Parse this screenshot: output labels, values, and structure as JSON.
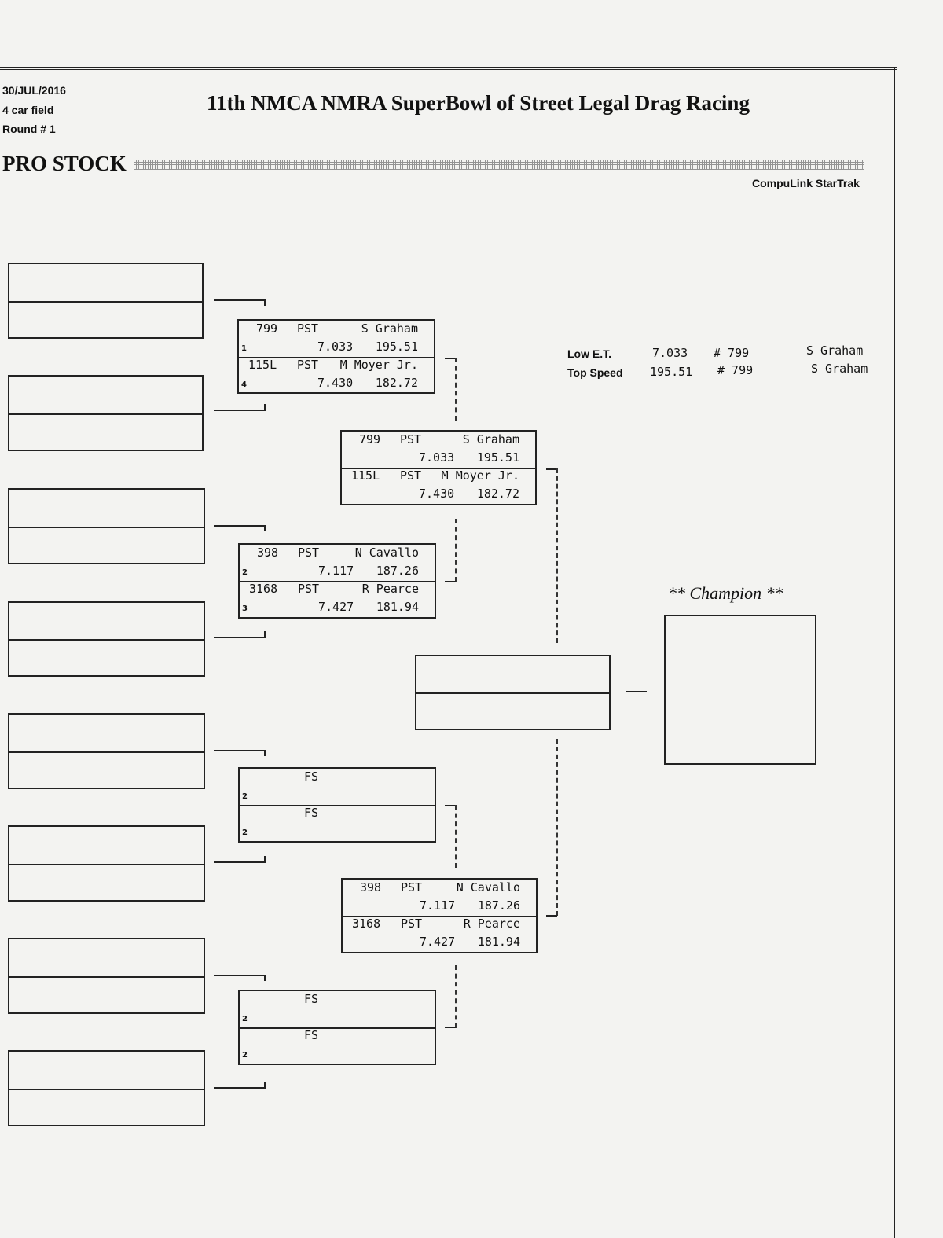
{
  "header": {
    "date": "30/JUL/2016",
    "field": "4 car field",
    "round": "Round # 1",
    "title": "11th NMCA NMRA SuperBowl of Street Legal Drag Racing",
    "class": "PRO STOCK",
    "software": "CompuLink StarTrak"
  },
  "stats": {
    "low_et_label": "Low  E.T.",
    "low_et_value": "7.033",
    "low_et_car": "# 799",
    "low_et_driver": "S Graham",
    "top_speed_label": "Top Speed",
    "top_speed_value": "195.51",
    "top_speed_car": "# 799",
    "top_speed_driver": "S Graham"
  },
  "champion_label": "** Champion **",
  "round1": [
    {
      "a": {
        "car": "799",
        "class": "PST",
        "driver": "S Graham",
        "et": "7.033",
        "speed": "195.51",
        "seed": "1"
      },
      "b": {
        "car": "115L",
        "class": "PST",
        "driver": "M Moyer Jr.",
        "et": "7.430",
        "speed": "182.72",
        "seed": "4"
      }
    },
    {
      "a": {
        "car": "398",
        "class": "PST",
        "driver": "N Cavallo",
        "et": "7.117",
        "speed": "187.26",
        "seed": "2"
      },
      "b": {
        "car": "3168",
        "class": "PST",
        "driver": "R Pearce",
        "et": "7.427",
        "speed": "181.94",
        "seed": "3"
      }
    },
    {
      "a": {
        "class": "FS",
        "seed": "2"
      },
      "b": {
        "class": "FS",
        "seed": "2"
      }
    },
    {
      "a": {
        "class": "FS",
        "seed": "2"
      },
      "b": {
        "class": "FS",
        "seed": "2"
      }
    }
  ],
  "round2": [
    {
      "a": {
        "car": "799",
        "class": "PST",
        "driver": "S Graham",
        "et": "7.033",
        "speed": "195.51"
      },
      "b": {
        "car": "115L",
        "class": "PST",
        "driver": "M Moyer Jr.",
        "et": "7.430",
        "speed": "182.72"
      }
    },
    {
      "a": {
        "car": "398",
        "class": "PST",
        "driver": "N Cavallo",
        "et": "7.117",
        "speed": "187.26"
      },
      "b": {
        "car": "3168",
        "class": "PST",
        "driver": "R Pearce",
        "et": "7.427",
        "speed": "181.94"
      }
    }
  ]
}
